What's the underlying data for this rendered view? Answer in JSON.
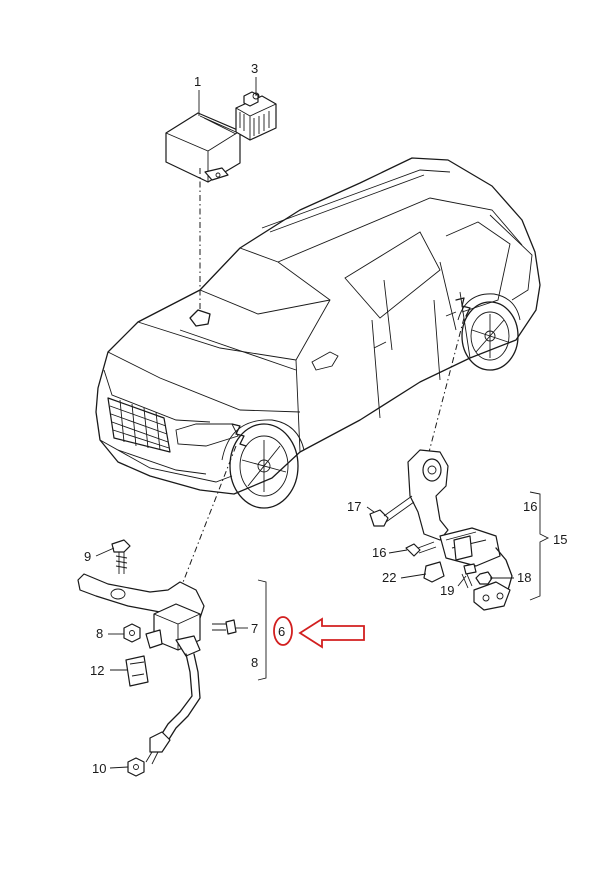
{
  "callouts": [
    {
      "id": "c1",
      "text": "1"
    },
    {
      "id": "c3",
      "text": "3"
    },
    {
      "id": "c17",
      "text": "17"
    },
    {
      "id": "c16a",
      "text": "16"
    },
    {
      "id": "c16b",
      "text": "16"
    },
    {
      "id": "c15",
      "text": "15"
    },
    {
      "id": "c22",
      "text": "22"
    },
    {
      "id": "c19",
      "text": "19"
    },
    {
      "id": "c18",
      "text": "18"
    },
    {
      "id": "c9",
      "text": "9"
    },
    {
      "id": "c8a",
      "text": "8"
    },
    {
      "id": "c7",
      "text": "7"
    },
    {
      "id": "c6",
      "text": "6"
    },
    {
      "id": "c8b",
      "text": "8"
    },
    {
      "id": "c12",
      "text": "12"
    },
    {
      "id": "c10",
      "text": "10"
    }
  ],
  "highlight": {
    "part": "6",
    "color": "#d21f1f"
  }
}
